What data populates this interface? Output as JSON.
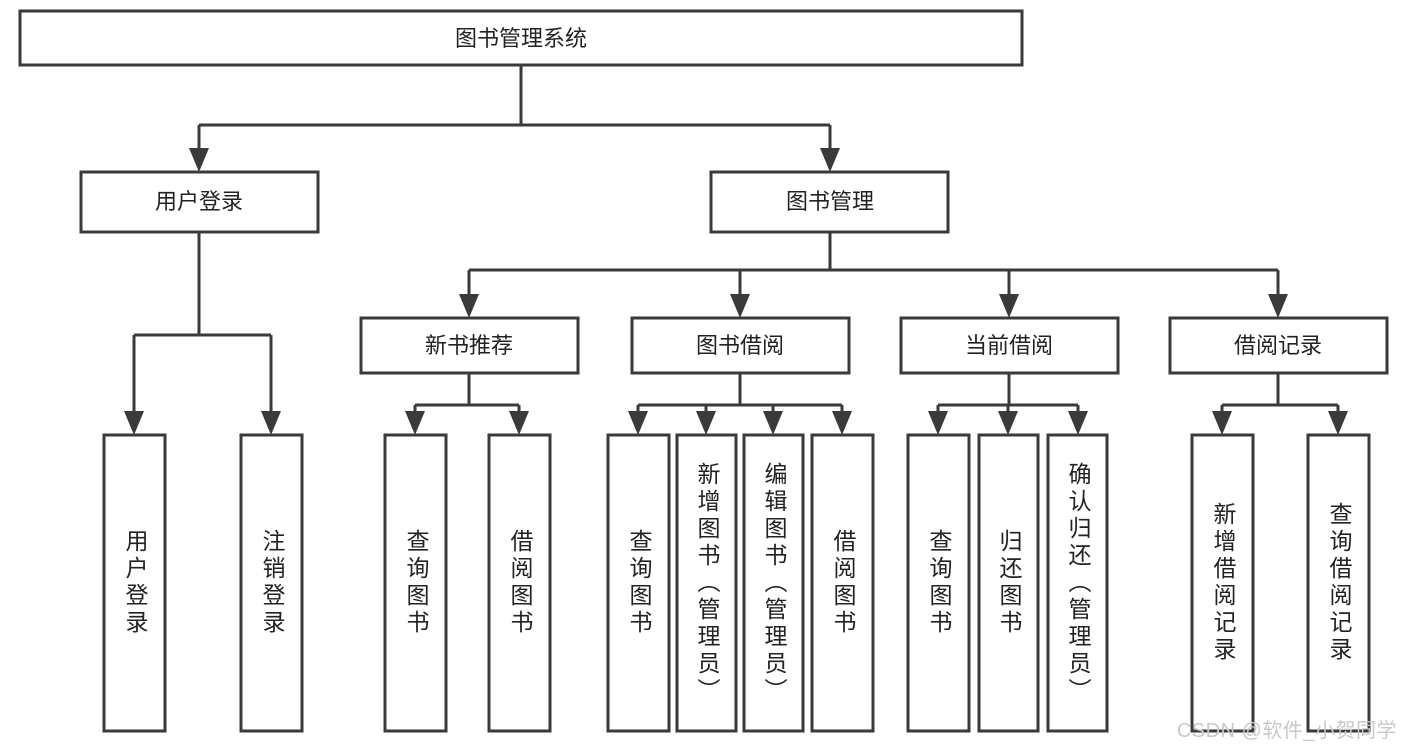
{
  "diagram": {
    "type": "tree-hierarchy",
    "title": "图书管理系统",
    "root": {
      "id": "root",
      "label": "图书管理系统",
      "orientation": "horizontal"
    },
    "level2": [
      {
        "id": "user-login",
        "label": "用户登录",
        "orientation": "horizontal"
      },
      {
        "id": "book-management",
        "label": "图书管理",
        "orientation": "horizontal"
      }
    ],
    "level3": [
      {
        "id": "new-book-recommend",
        "label": "新书推荐",
        "orientation": "horizontal",
        "parent": "book-management"
      },
      {
        "id": "book-borrow",
        "label": "图书借阅",
        "orientation": "horizontal",
        "parent": "book-management"
      },
      {
        "id": "current-borrow",
        "label": "当前借阅",
        "orientation": "horizontal",
        "parent": "book-management"
      },
      {
        "id": "borrow-record",
        "label": "借阅记录",
        "orientation": "horizontal",
        "parent": "book-management"
      }
    ],
    "leaves": [
      {
        "id": "leaf-user-login",
        "label": "用户登录",
        "parent": "user-login",
        "orientation": "vertical"
      },
      {
        "id": "leaf-logout",
        "label": "注销登录",
        "parent": "user-login",
        "orientation": "vertical"
      },
      {
        "id": "leaf-query-book-1",
        "label": "查询图书",
        "parent": "new-book-recommend",
        "orientation": "vertical"
      },
      {
        "id": "leaf-borrow-book-1",
        "label": "借阅图书",
        "parent": "new-book-recommend",
        "orientation": "vertical"
      },
      {
        "id": "leaf-query-book-2",
        "label": "查询图书",
        "parent": "book-borrow",
        "orientation": "vertical"
      },
      {
        "id": "leaf-add-book",
        "label": "新增图书（管理员）",
        "parent": "book-borrow",
        "orientation": "vertical"
      },
      {
        "id": "leaf-edit-book",
        "label": "编辑图书（管理员）",
        "parent": "book-borrow",
        "orientation": "vertical"
      },
      {
        "id": "leaf-borrow-book-2",
        "label": "借阅图书",
        "parent": "book-borrow",
        "orientation": "vertical"
      },
      {
        "id": "leaf-query-book-3",
        "label": "查询图书",
        "parent": "current-borrow",
        "orientation": "vertical"
      },
      {
        "id": "leaf-return-book",
        "label": "归还图书",
        "parent": "current-borrow",
        "orientation": "vertical"
      },
      {
        "id": "leaf-confirm-return",
        "label": "确认归还（管理员）",
        "parent": "current-borrow",
        "orientation": "vertical"
      },
      {
        "id": "leaf-add-record",
        "label": "新增借阅记录",
        "parent": "borrow-record",
        "orientation": "vertical"
      },
      {
        "id": "leaf-query-record",
        "label": "查询借阅记录",
        "parent": "borrow-record",
        "orientation": "vertical"
      }
    ],
    "colors": {
      "stroke": "#3a3a3a",
      "fill": "#ffffff",
      "text": "#222222",
      "background": "#ffffff",
      "watermark": "#c9c9c9"
    }
  },
  "watermark": {
    "text": "CSDN @软件_小贺同学"
  }
}
